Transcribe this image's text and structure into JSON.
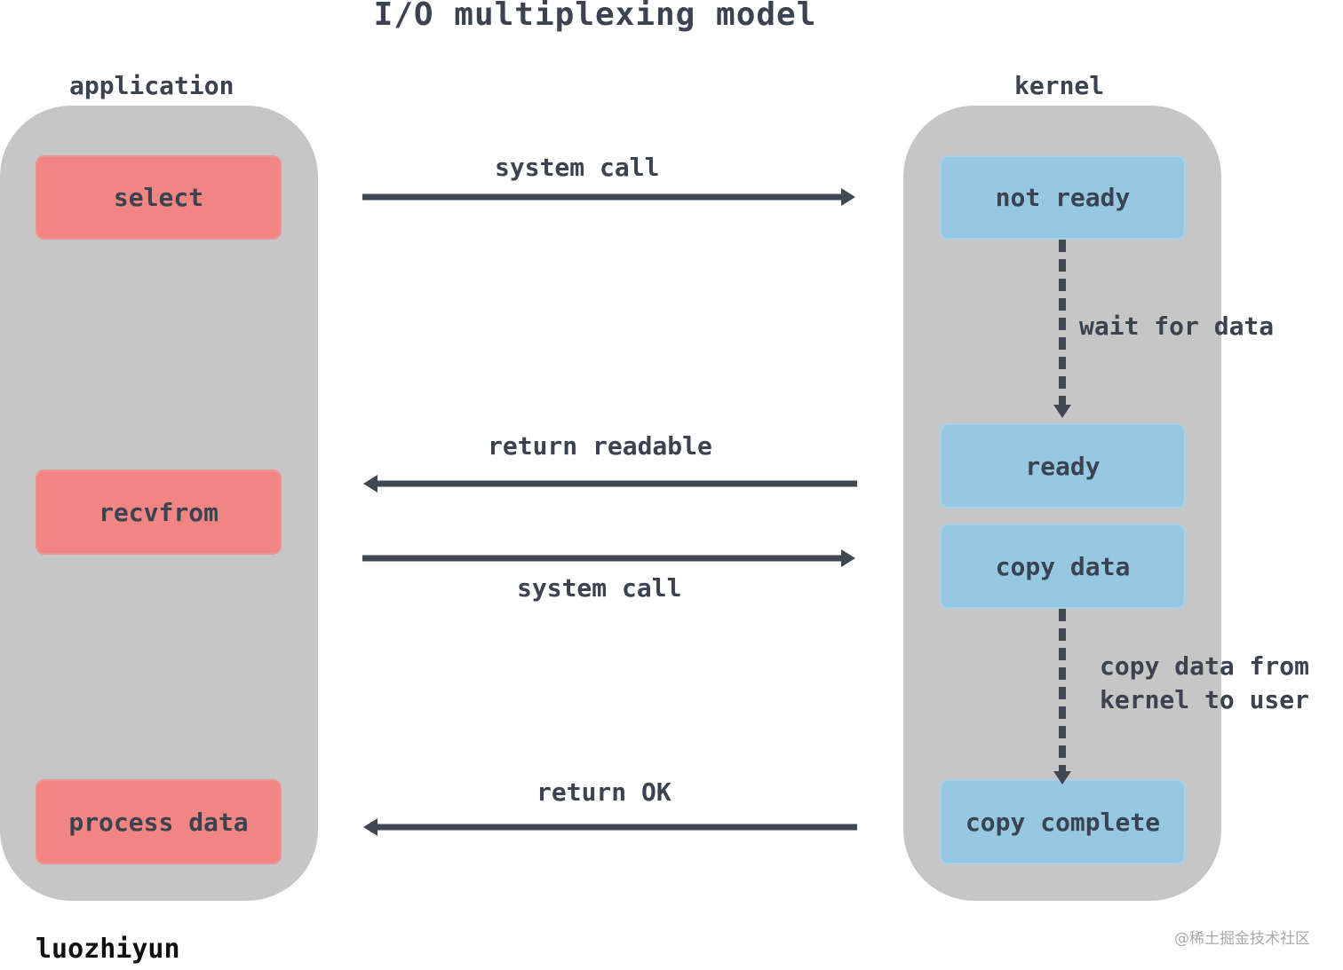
{
  "title": "I/O multiplexing model",
  "columns": {
    "application": "application",
    "kernel": "kernel"
  },
  "application_steps": [
    "select",
    "recvfrom",
    "process data"
  ],
  "kernel_steps": [
    "not ready",
    "ready",
    "copy data",
    "copy complete"
  ],
  "messages": [
    {
      "label": "system call",
      "direction": "to-kernel"
    },
    {
      "label": "return readable",
      "direction": "to-application"
    },
    {
      "label": "system call",
      "direction": "to-kernel"
    },
    {
      "label": "return OK",
      "direction": "to-application"
    }
  ],
  "kernel_transitions": [
    {
      "lines": [
        "wait for data"
      ]
    },
    {
      "lines": [
        "copy data from",
        "kernel to user"
      ]
    }
  ],
  "author": "luozhiyun",
  "watermark": "@稀土掘金技术社区",
  "colors": {
    "application_box": "#f08582",
    "kernel_box": "#96c8e2",
    "lane": "#c6c6c6",
    "arrow": "#3f4753",
    "text": "#3b4350"
  }
}
